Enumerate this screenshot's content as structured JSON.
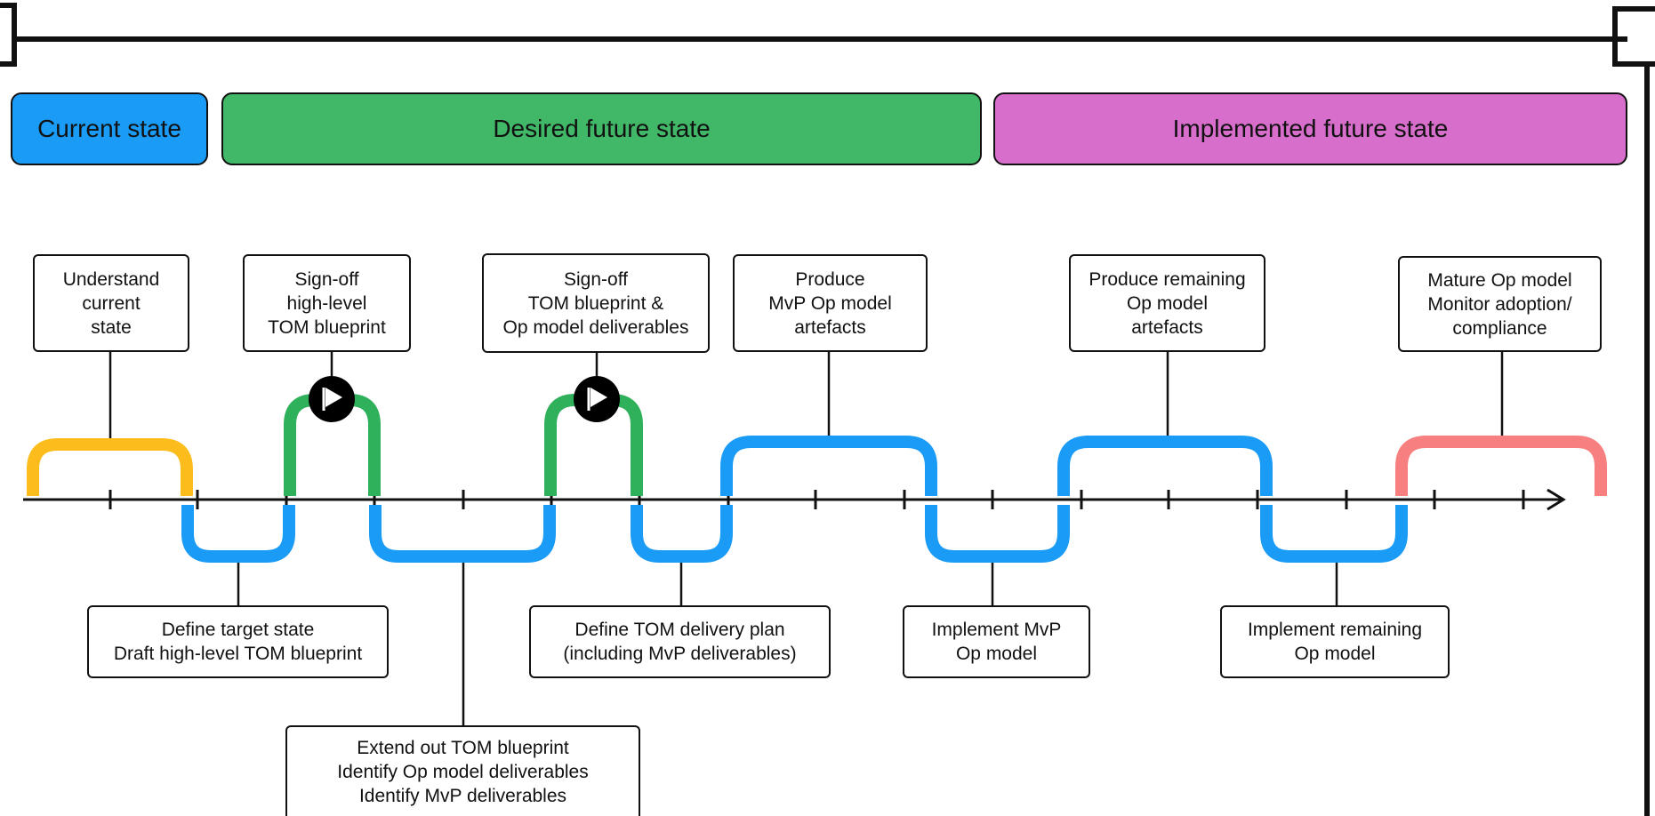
{
  "colors": {
    "current": "#1a9bf6",
    "desired": "#41b768",
    "implemented": "#d86ecc",
    "track_blue": "#1a9bf6",
    "track_green": "#2fb05a",
    "track_yellow": "#fbbc1c",
    "track_red": "#f77f7f",
    "line": "#111111"
  },
  "phases": [
    {
      "label": "Current state",
      "color_key": "current"
    },
    {
      "label": "Desired future state",
      "color_key": "desired"
    },
    {
      "label": "Implemented future state",
      "color_key": "implemented"
    }
  ],
  "steps_above": [
    {
      "lines": [
        "Understand",
        "current",
        "state"
      ]
    },
    {
      "lines": [
        "Sign-off",
        "high-level",
        "TOM blueprint"
      ],
      "milestone_icon": "flag-icon"
    },
    {
      "lines": [
        "Sign-off",
        "TOM blueprint &",
        "Op model deliverables"
      ],
      "milestone_icon": "flag-icon"
    },
    {
      "lines": [
        "Produce",
        "MvP Op model",
        "artefacts"
      ]
    },
    {
      "lines": [
        "Produce remaining",
        "Op model",
        "artefacts"
      ]
    },
    {
      "lines": [
        "Mature Op model",
        "Monitor adoption/",
        "compliance"
      ]
    }
  ],
  "steps_below": [
    {
      "lines": [
        "Define target state",
        "Draft high-level TOM blueprint"
      ]
    },
    {
      "lines": [
        "Extend out TOM blueprint",
        "Identify Op model deliverables",
        "Identify MvP deliverables"
      ]
    },
    {
      "lines": [
        "Define TOM delivery plan",
        "(including MvP deliverables)"
      ]
    },
    {
      "lines": [
        "Implement MvP",
        "Op model"
      ]
    },
    {
      "lines": [
        "Implement remaining",
        "Op model"
      ]
    }
  ]
}
